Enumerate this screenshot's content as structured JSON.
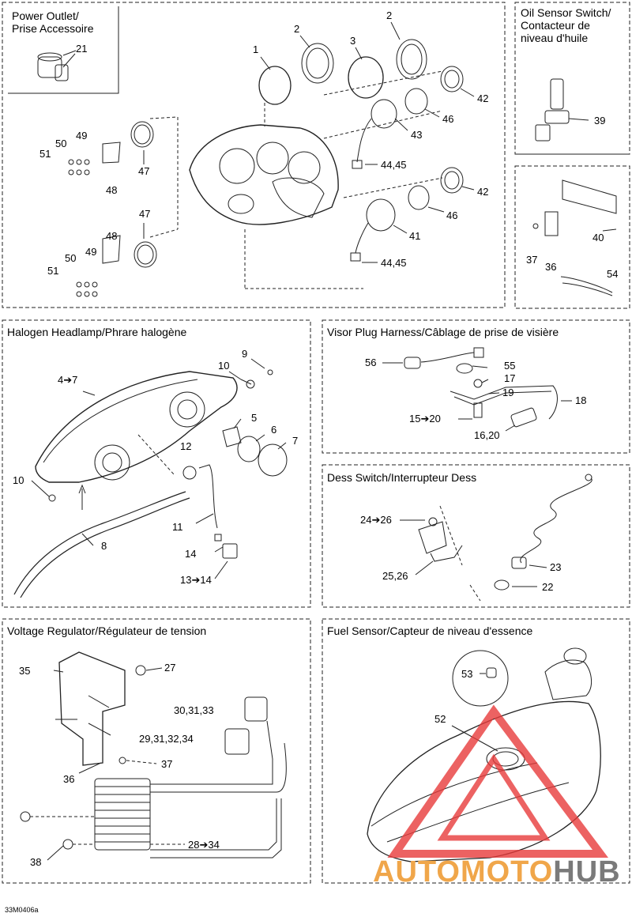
{
  "panels": {
    "main": {
      "title_line1": "Power Outlet/",
      "title_line2": "Prise Accessoire"
    },
    "oil_sensor": {
      "title_line1": "Oil Sensor Switch/",
      "title_line2": "Contacteur de",
      "title_line3": "niveau d'huile"
    },
    "headlamp": {
      "title": "Halogen Headlamp/Phrare halogène"
    },
    "visor": {
      "title": "Visor Plug Harness/Câblage de prise de visière"
    },
    "dess": {
      "title": "Dess Switch/Interrupteur Dess"
    },
    "voltage": {
      "title": "Voltage Regulator/Régulateur de tension"
    },
    "fuel": {
      "title": "Fuel Sensor/Capteur de niveau d'essence"
    }
  },
  "callouts": {
    "c21": "21",
    "c1": "1",
    "c2a": "2",
    "c3": "3",
    "c2b": "2",
    "c42a": "42",
    "c46a": "46",
    "c43": "43",
    "c4445a": "44,45",
    "c42b": "42",
    "c46b": "46",
    "c41": "41",
    "c4445b": "44,45",
    "c49a": "49",
    "c50a": "50",
    "c51a": "51",
    "c47a": "47",
    "c48a": "48",
    "c47b": "47",
    "c48b": "48",
    "c50b": "50",
    "c49b": "49",
    "c51b": "51",
    "c39": "39",
    "c40": "40",
    "c37": "37",
    "c36a": "36",
    "c54": "54",
    "c9": "9",
    "c10a": "10",
    "c47h": "4➔7",
    "c5": "5",
    "c6": "6",
    "c7": "7",
    "c12": "12",
    "c10b": "10",
    "c11": "11",
    "c8": "8",
    "c14": "14",
    "c1314": "13➔14",
    "c56": "56",
    "c55": "55",
    "c17": "17",
    "c19": "19",
    "c18": "18",
    "c1520": "15➔20",
    "c1620": "16,20",
    "c2426": "24➔26",
    "c2526": "25,26",
    "c23": "23",
    "c22": "22",
    "c35": "35",
    "c27": "27",
    "c303133": "30,31,33",
    "c29313234": "29,31,32,34",
    "c37v": "37",
    "c36v": "36",
    "c2834": "28➔34",
    "c38": "38",
    "c53": "53",
    "c52": "52"
  },
  "footer": {
    "drawing_code": "33M0406a"
  },
  "watermark": {
    "part1": "AUTO",
    "part2": "MOTO",
    "part3": "HUB",
    "color_orange": "#f0a64a",
    "color_gray": "#7a7a7a",
    "color_red": "#e83b3b"
  }
}
